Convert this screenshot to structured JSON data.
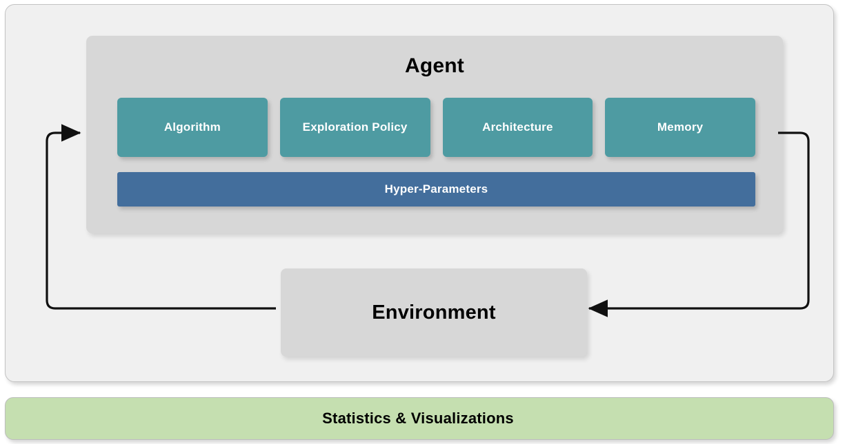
{
  "diagram": {
    "agent": {
      "title": "Agent",
      "components": [
        {
          "label": "Algorithm"
        },
        {
          "label": "Exploration Policy"
        },
        {
          "label": "Architecture"
        },
        {
          "label": "Memory"
        }
      ],
      "hyper_parameters": {
        "label": "Hyper-Parameters"
      }
    },
    "environment": {
      "label": "Environment"
    },
    "statistics": {
      "label": "Statistics & Visualizations"
    },
    "arrows": [
      {
        "name": "environment-to-agent",
        "from": "Environment",
        "to": "Agent",
        "direction": "left-then-up-then-right"
      },
      {
        "name": "agent-to-environment",
        "from": "Agent",
        "to": "Environment",
        "direction": "right-then-down-then-left"
      }
    ],
    "colors": {
      "panel_background": "#f0f0f0",
      "panel_border": "#c3c3c3",
      "agent_background": "#d7d7d7",
      "component_teal": "#4e9ba2",
      "hyper_parameters_blue": "#436e9c",
      "environment_background": "#d7d7d7",
      "statistics_green": "#c5dfb0",
      "arrow_stroke": "#111111",
      "text_light": "#ffffff",
      "text_dark": "#000000"
    }
  }
}
